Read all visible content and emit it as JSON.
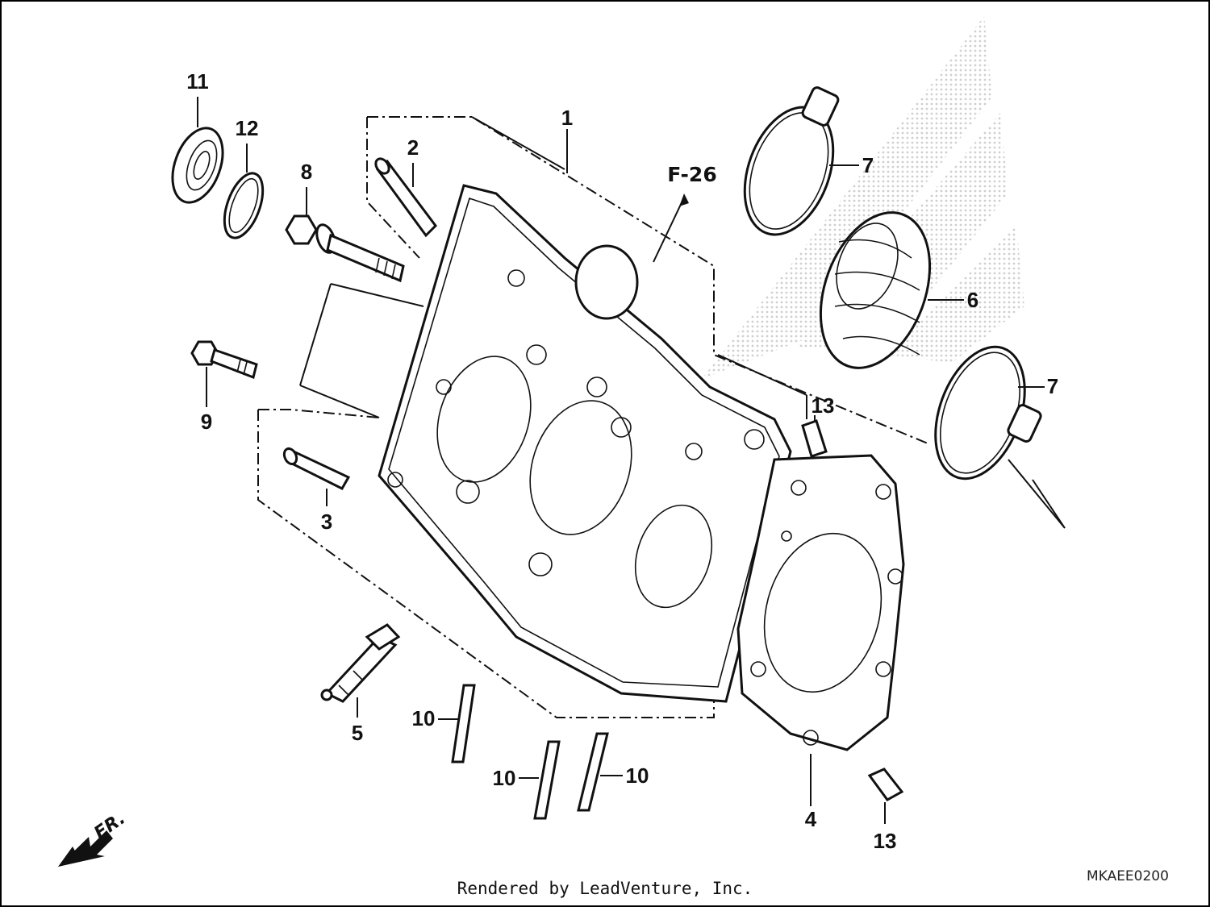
{
  "diagram": {
    "callouts": [
      "1",
      "2",
      "3",
      "4",
      "5",
      "6",
      "7",
      "7",
      "8",
      "9",
      "10",
      "10",
      "10",
      "11",
      "12",
      "13",
      "13"
    ],
    "reference": "F-26",
    "code": "MKAEE0200",
    "front_label": "FR.",
    "credit": "Rendered by LeadVenture, Inc."
  }
}
